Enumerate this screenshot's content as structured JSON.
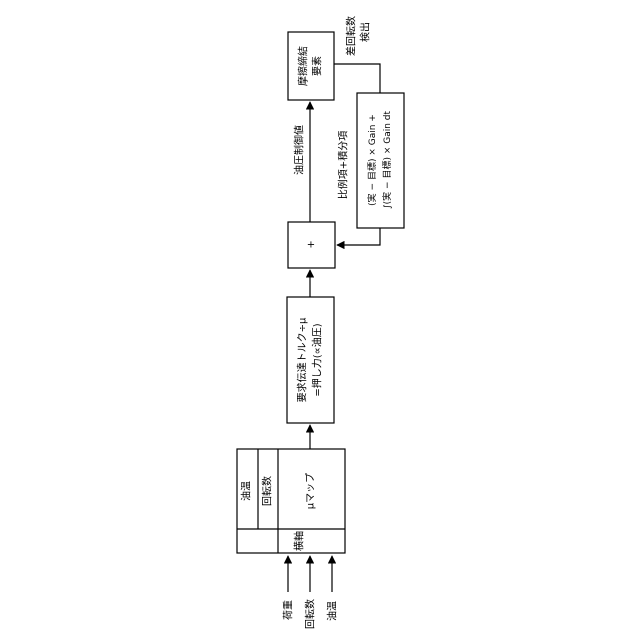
{
  "diagram": {
    "inputs": [
      "荷重",
      "回転数",
      "油温"
    ],
    "mu_map": {
      "label": "μマップ",
      "axis_left": "横軸",
      "axis_top_1": "油温",
      "axis_top_2": "回転数"
    },
    "torque_box": {
      "line1": "要求伝達トルク÷μ",
      "line2": "=押し力(∝油圧)"
    },
    "sum_box": {
      "label": "+"
    },
    "friction_box": {
      "line1": "摩擦締結",
      "line2": "要素"
    },
    "oil_pressure_label": "油圧制御値",
    "detection_label": {
      "line1": "差回転数",
      "line2": "検出"
    },
    "pi_label": "比例項+積分項",
    "pi_box": {
      "line1": "(実 − 目標) × Gain +",
      "line2": "∫(実 − 目標) × Gain dt"
    }
  }
}
